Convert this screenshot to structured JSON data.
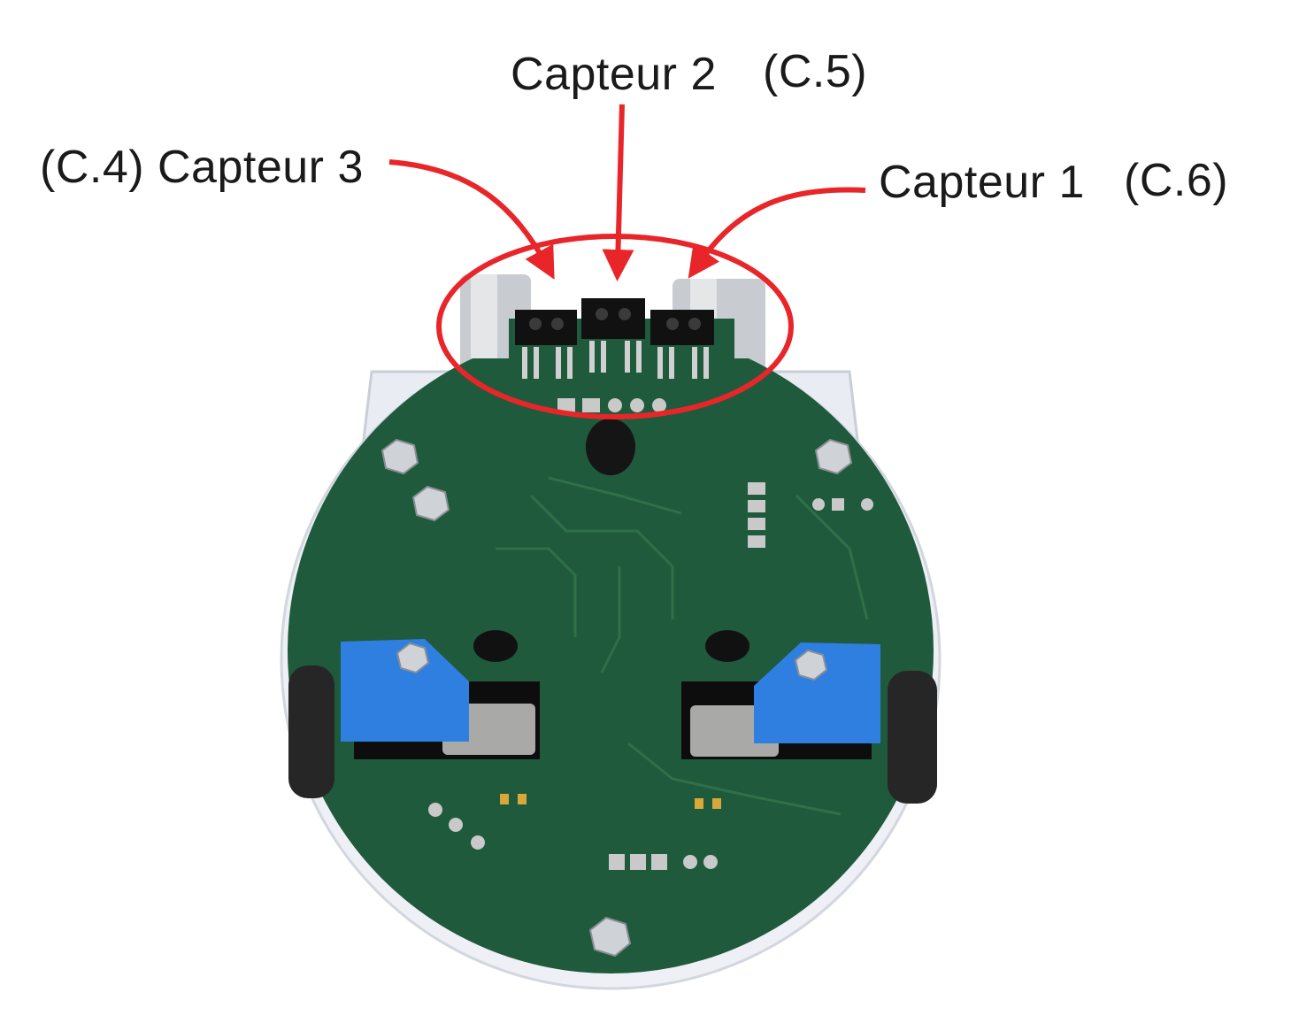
{
  "labels": {
    "sensor2": {
      "name": "Capteur 2",
      "code": "(C.5)"
    },
    "sensor3": {
      "name": "Capteur 3",
      "code": "(C.4)"
    },
    "sensor1": {
      "name": "Capteur 1",
      "code": "(C.6)"
    }
  },
  "colors": {
    "annotation": "#e8262a",
    "pcb": "#1f5a3c",
    "motor_mount": "#2f7fe0"
  }
}
